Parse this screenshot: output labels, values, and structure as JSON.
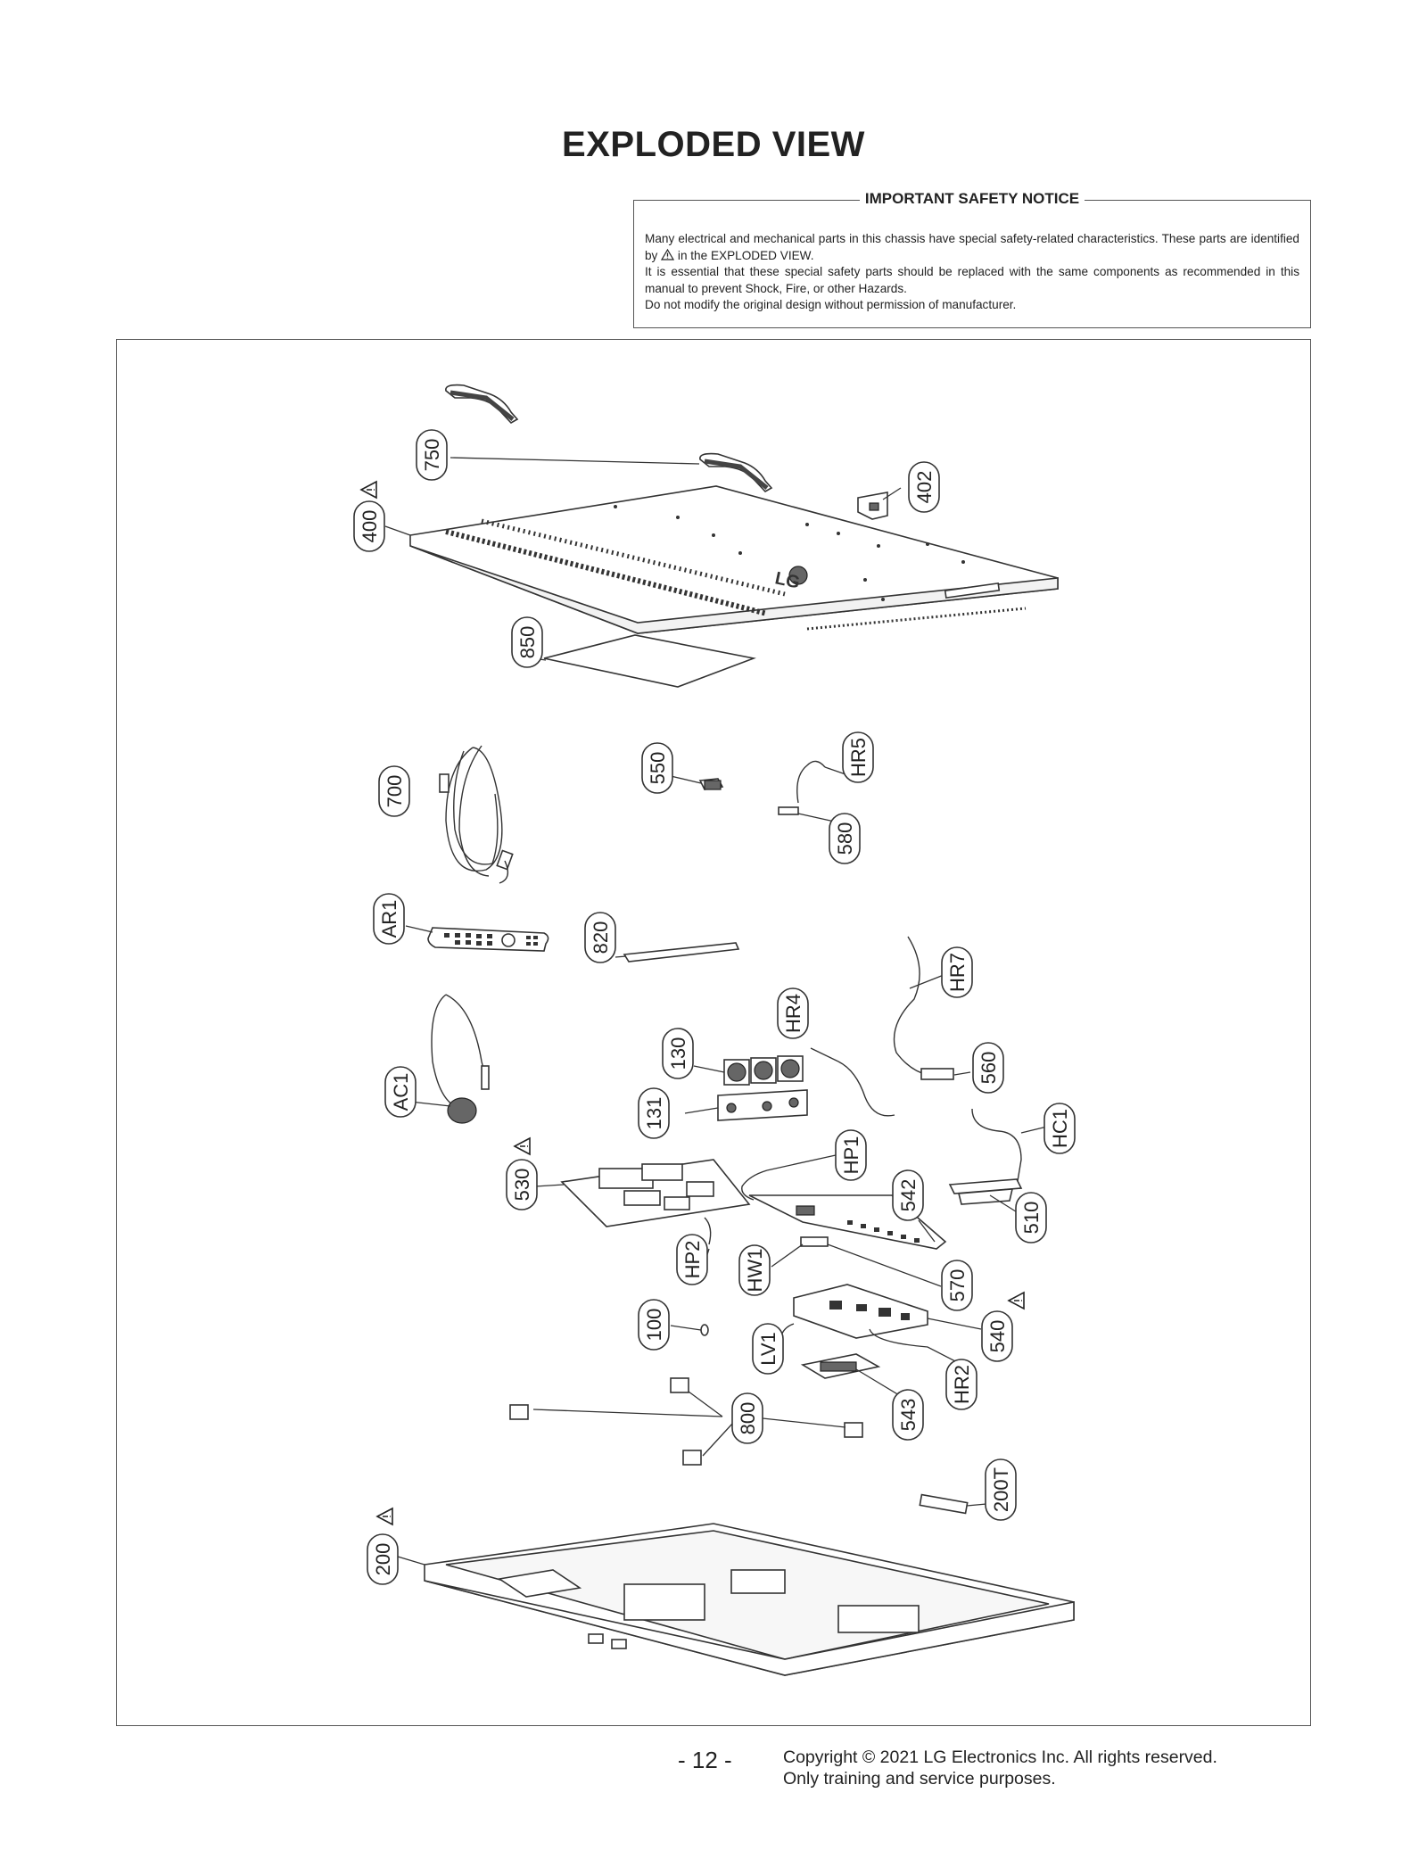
{
  "page": {
    "title": "EXPLODED VIEW",
    "page_number": "- 12 -",
    "copyright_line1": "Copyright © 2021 LG Electronics Inc. All rights reserved.",
    "copyright_line2": "Only training and service purposes."
  },
  "safety_notice": {
    "heading": "IMPORTANT SAFETY NOTICE",
    "line1_before_icon": "Many electrical and mechanical parts in this chassis have special safety-related characteristics. These parts are identified by",
    "line1_after_icon": "in the EXPLODED VIEW.",
    "line2": "It is essential that these special safety parts should be replaced with the same components as recommended in this manual to prevent Shock, Fire, or other Hazards.",
    "line3": "Do not modify the original design without permission of manufacturer."
  },
  "diagram": {
    "logo_text": "LG",
    "part_labels": [
      {
        "id": "750",
        "safety": false
      },
      {
        "id": "400",
        "safety": true
      },
      {
        "id": "402",
        "safety": false
      },
      {
        "id": "850",
        "safety": false
      },
      {
        "id": "700",
        "safety": false
      },
      {
        "id": "550",
        "safety": false
      },
      {
        "id": "HR5",
        "safety": false
      },
      {
        "id": "580",
        "safety": false
      },
      {
        "id": "AR1",
        "safety": false
      },
      {
        "id": "820",
        "safety": false
      },
      {
        "id": "HR7",
        "safety": false
      },
      {
        "id": "HR4",
        "safety": false
      },
      {
        "id": "130",
        "safety": false
      },
      {
        "id": "560",
        "safety": false
      },
      {
        "id": "AC1",
        "safety": false
      },
      {
        "id": "131",
        "safety": false
      },
      {
        "id": "HC1",
        "safety": false
      },
      {
        "id": "HP1",
        "safety": false
      },
      {
        "id": "530",
        "safety": true
      },
      {
        "id": "542",
        "safety": false
      },
      {
        "id": "510",
        "safety": false
      },
      {
        "id": "HP2",
        "safety": false
      },
      {
        "id": "HW1",
        "safety": false
      },
      {
        "id": "570",
        "safety": false
      },
      {
        "id": "100",
        "safety": false
      },
      {
        "id": "LV1",
        "safety": false
      },
      {
        "id": "540",
        "safety": true
      },
      {
        "id": "HR2",
        "safety": false
      },
      {
        "id": "543",
        "safety": false
      },
      {
        "id": "800",
        "safety": false
      },
      {
        "id": "200T",
        "safety": false
      },
      {
        "id": "200",
        "safety": true
      }
    ]
  }
}
